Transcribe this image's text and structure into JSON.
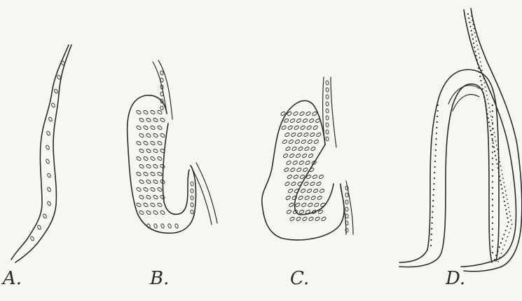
{
  "figure": {
    "panels": [
      {
        "id": "a",
        "label": "A."
      },
      {
        "id": "b",
        "label": "B."
      },
      {
        "id": "c",
        "label": "C."
      },
      {
        "id": "d",
        "label": "D."
      }
    ]
  },
  "colors": {
    "ink": "#2a2a2a",
    "paper": "#f7f6f2"
  }
}
